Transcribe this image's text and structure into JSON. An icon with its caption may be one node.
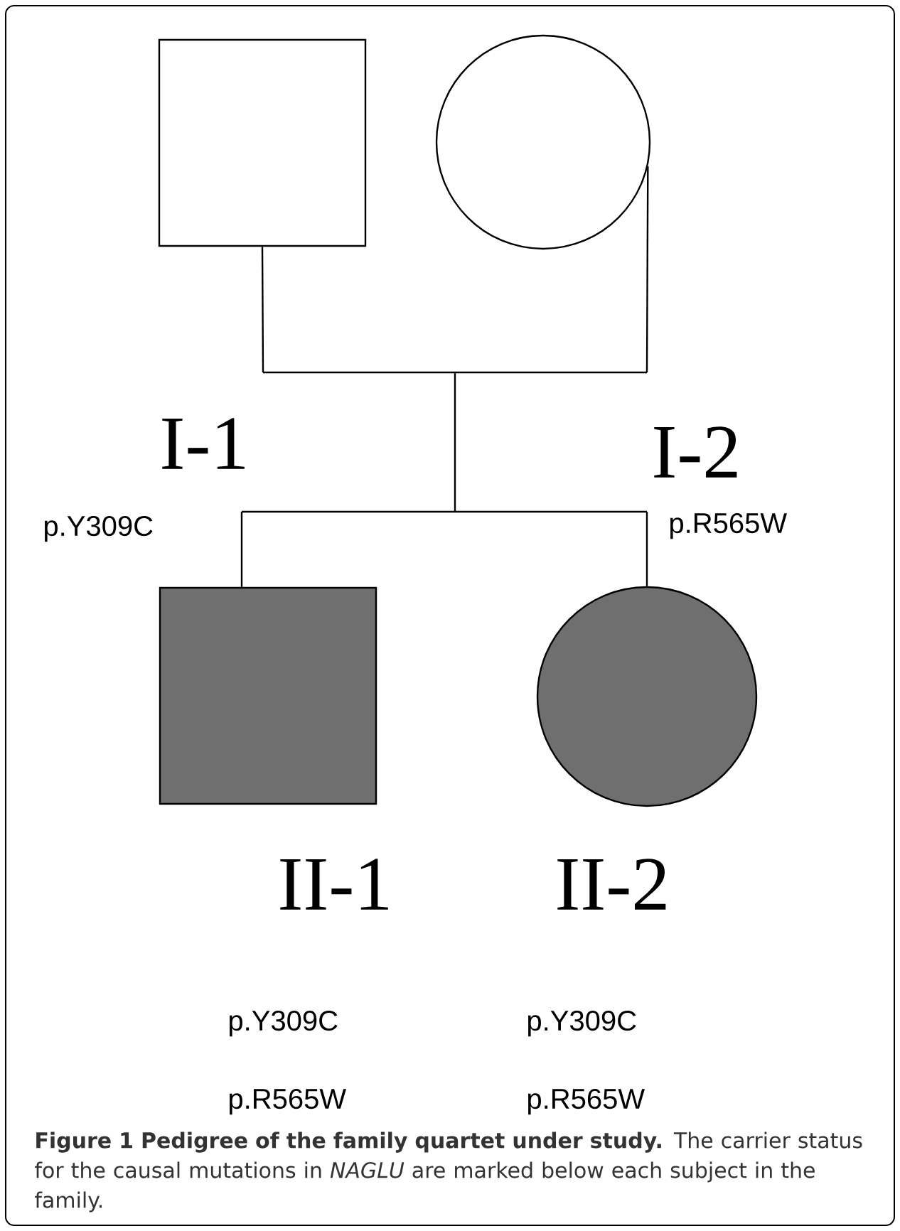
{
  "diagram": {
    "caption": "**Figure 1 Pedigree of the family quartet under study.** The carrier status for the causal mutations in *NAGLU* are marked below each subject in the family.",
    "nodes": [
      {
        "text": [],
        "shape": "box",
        "beside": [
          "I-1",
          "p.Y309C"
        ]
      },
      {
        "text": [],
        "shape": "circle",
        "beside": [
          "I-2",
          "p.R565W"
        ]
      },
      {
        "text": [],
        "shape": "box",
        "beside": [
          "II-1",
          "p.Y309C",
          "p.R565W"
        ]
      },
      {
        "text": [],
        "shape": "circle",
        "beside": [
          "II-2",
          "p.Y309C",
          "p.R565W"
        ]
      }
    ],
    "edges": [
      {
        "from": 0,
        "to": 2,
        "arrow": "none"
      },
      {
        "from": 0,
        "to": 3,
        "arrow": "none"
      },
      {
        "from": 1,
        "to": 2,
        "arrow": "none"
      },
      {
        "from": 1,
        "to": 3,
        "arrow": "none"
      }
    ]
  }
}
